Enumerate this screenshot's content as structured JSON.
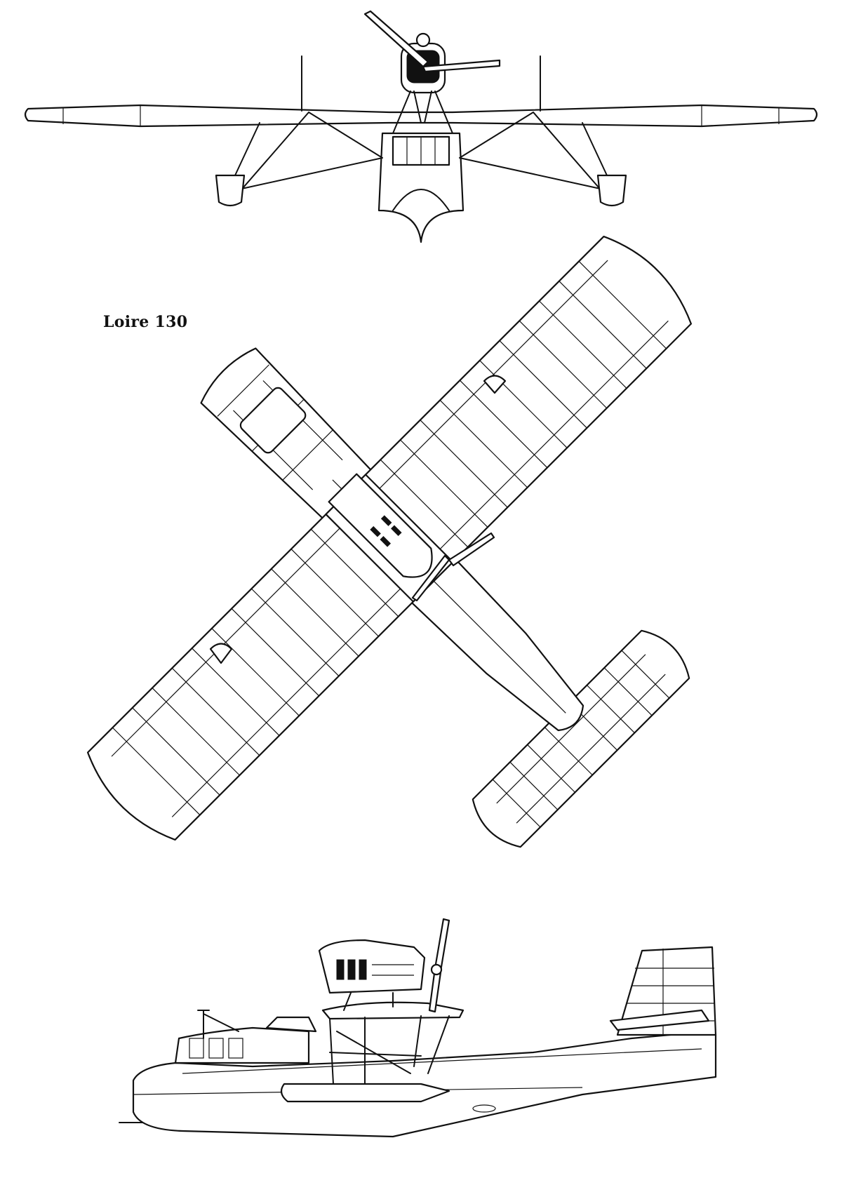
{
  "drawing": {
    "title": "Loire 130",
    "views": [
      "front-view",
      "plan-view",
      "side-view"
    ]
  }
}
